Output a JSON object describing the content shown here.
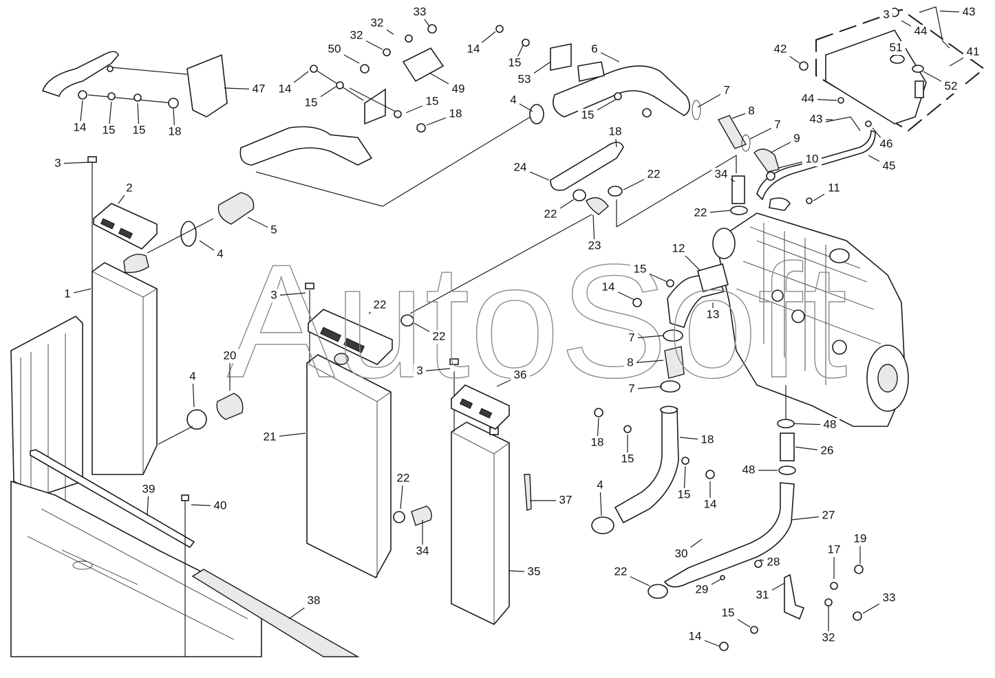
{
  "watermark": "AutoSoft",
  "callouts": [
    "1",
    "2",
    "3",
    "3",
    "3",
    "3",
    "4",
    "4",
    "4",
    "4",
    "5",
    "6",
    "7",
    "7",
    "7",
    "7",
    "8",
    "8",
    "9",
    "10",
    "11",
    "12",
    "13",
    "14",
    "14",
    "14",
    "14",
    "14",
    "14",
    "15",
    "15",
    "15",
    "15",
    "15",
    "15",
    "15",
    "15",
    "15",
    "15",
    "17",
    "18",
    "18",
    "18",
    "18",
    "18",
    "19",
    "20",
    "21",
    "22",
    "22",
    "22",
    "22",
    "22",
    "22",
    "22",
    "23",
    "24",
    "26",
    "27",
    "28",
    "29",
    "30",
    "31",
    "32",
    "32",
    "32",
    "33",
    "33",
    "34",
    "34",
    "35",
    "36",
    "37",
    "38",
    "39",
    "40",
    "41",
    "42",
    "43",
    "43",
    "44",
    "44",
    "45",
    "46",
    "47",
    "48",
    "48",
    "49",
    "50",
    "51",
    "52",
    "53"
  ]
}
